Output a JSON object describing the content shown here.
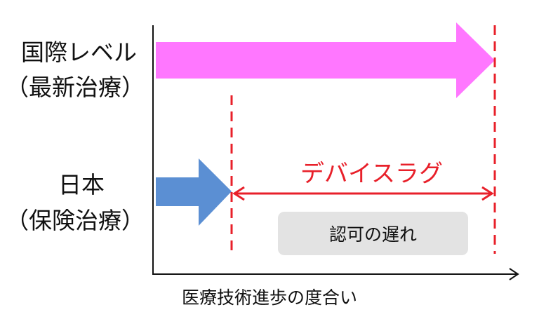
{
  "rows": [
    {
      "line1": "国際レベル",
      "line2": "（最新治療）"
    },
    {
      "line1": "日本",
      "line2": "（保険治療）"
    }
  ],
  "gap": {
    "label": "デバイスラグ",
    "badge": "認可の遅れ"
  },
  "x_axis_label": "医療技術進歩の度合い",
  "colors": {
    "international_arrow": "#ff77ff",
    "japan_arrow": "#5b8fd3",
    "lag_line": "#e8202a",
    "badge_bg": "#e3e3e3"
  }
}
